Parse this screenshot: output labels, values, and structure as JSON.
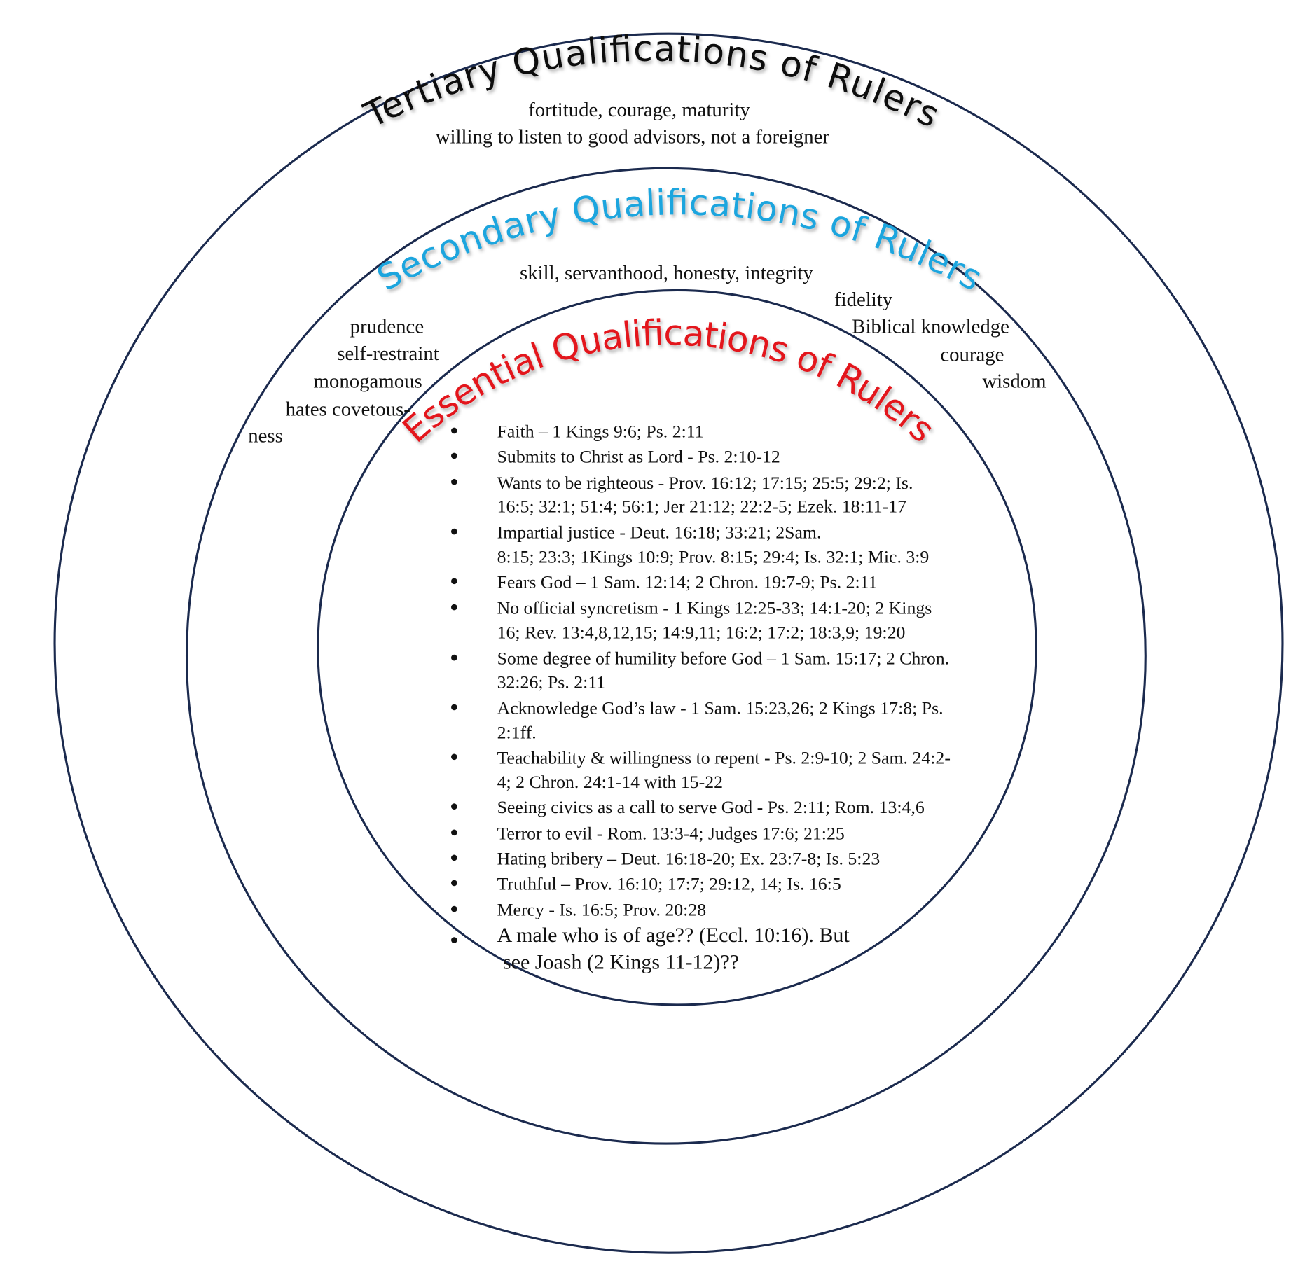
{
  "colors": {
    "ring": "#1b2a4e",
    "tertiary": "#111111",
    "secondary": "#1ea5de",
    "essential": "#e3141c"
  },
  "tertiary": {
    "title": "Tertiary Qualifications of Rulers",
    "lines": [
      "fortitude, courage, maturity",
      "willing to listen to good advisors, not a foreigner"
    ]
  },
  "secondary": {
    "title": "Secondary Qualifications of Rulers",
    "top": "skill, servanthood, honesty, integrity",
    "right": [
      "fidelity",
      "Biblical knowledge",
      "courage",
      "wisdom"
    ],
    "left": [
      "prudence",
      "self-restraint",
      "monogamous",
      "hates covetous-",
      "ness"
    ]
  },
  "essential": {
    "title": "Essential Qualifications of Rulers",
    "items": [
      [
        "Faith – 1 Kings 9:6; Ps. 2:11"
      ],
      [
        "Submits to Christ as Lord - Ps. 2:10-12"
      ],
      [
        "Wants to be righteous - Prov. 16:12; 17:15; 25:5; 29:2; Is.",
        "16:5; 32:1; 51:4; 56:1; Jer 21:12; 22:2-5; Ezek. 18:11-17"
      ],
      [
        "Impartial justice - Deut. 16:18; 33:21; 2Sam.",
        "8:15; 23:3; 1Kings 10:9; Prov. 8:15; 29:4; Is. 32:1; Mic. 3:9"
      ],
      [
        "Fears God – 1 Sam. 12:14; 2 Chron. 19:7-9; Ps. 2:11"
      ],
      [
        "No official syncretism - 1 Kings 12:25-33; 14:1-20; 2 Kings",
        "16; Rev. 13:4,8,12,15; 14:9,11; 16:2; 17:2; 18:3,9; 19:20"
      ],
      [
        "Some degree of humility before God – 1 Sam. 15:17; 2 Chron.",
        "32:26; Ps. 2:11"
      ],
      [
        "Acknowledge God’s law - 1 Sam. 15:23,26; 2 Kings 17:8; Ps.",
        "2:1ff."
      ],
      [
        "Teachability & willingness to repent - Ps. 2:9-10; 2 Sam. 24:2-",
        "4; 2 Chron. 24:1-14 with 15-22"
      ],
      [
        "Seeing civics as a call to serve God - Ps. 2:11; Rom. 13:4,6"
      ],
      [
        "Terror to evil - Rom. 13:3-4; Judges 17:6; 21:25"
      ],
      [
        "Hating bribery – Deut. 16:18-20; Ex. 23:7-8; Is. 5:23"
      ],
      [
        "Truthful – Prov. 16:10; 17:7; 29:12, 14; Is. 16:5"
      ],
      [
        "Mercy - Is. 16:5; Prov. 20:28"
      ],
      [
        "A male who is of age?? (Eccl. 10:16). But",
        "see Joash (2 Kings 11-12)??"
      ]
    ]
  }
}
